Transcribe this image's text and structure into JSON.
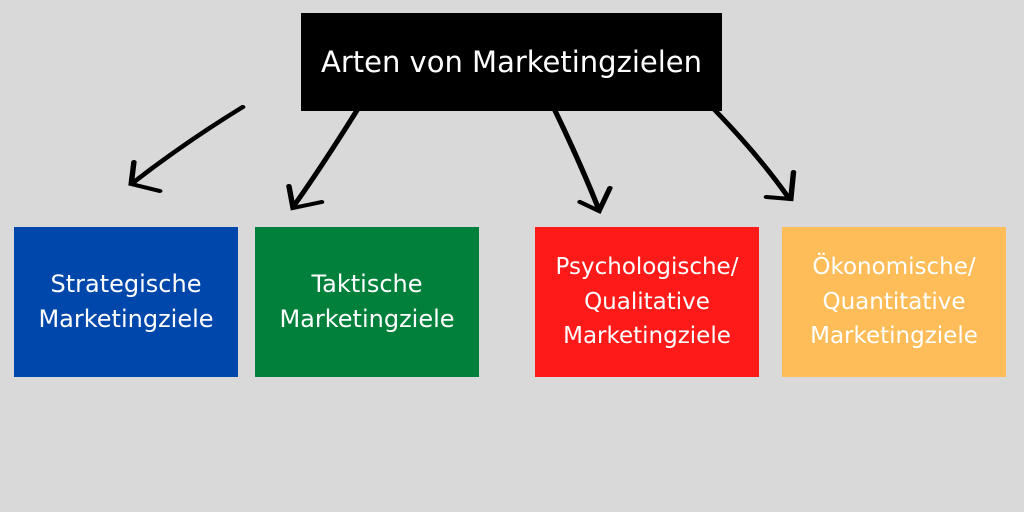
{
  "title": "Arten von Marketingzielen",
  "categories": [
    {
      "label": "Strategische\nMarketingziele",
      "color": "#0047ab"
    },
    {
      "label": "Taktische\nMarketingziele",
      "color": "#00803a"
    },
    {
      "label": "Psychologische/\nQualitative\nMarketingziele",
      "color": "#ff1a1a"
    },
    {
      "label": "Ökonomische/\nQuantitative\nMarketingziele",
      "color": "#ffbd59"
    }
  ]
}
